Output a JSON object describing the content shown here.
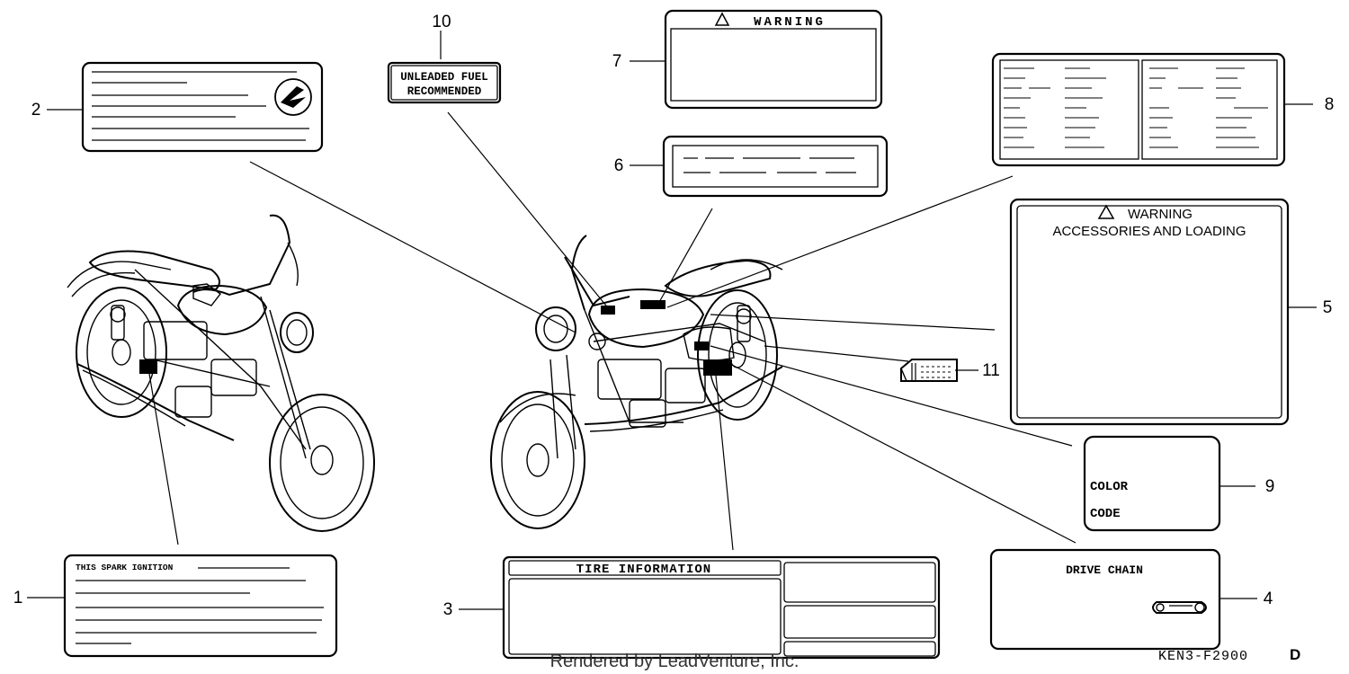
{
  "callouts": {
    "c1": "1",
    "c2": "2",
    "c3": "3",
    "c4": "4",
    "c5": "5",
    "c6": "6",
    "c7": "7",
    "c8": "8",
    "c9": "9",
    "c10": "10",
    "c11": "11"
  },
  "labels": {
    "spark": "THIS SPARK IGNITION",
    "fuel_line1": "UNLEADED FUEL",
    "fuel_line2": "RECOMMENDED",
    "warning": "WARNING",
    "tire": "TIRE INFORMATION",
    "accessories_warning": "WARNING",
    "accessories": "ACCESSORIES AND LOADING",
    "color": "COLOR",
    "code": "CODE",
    "drive_chain": "DRIVE CHAIN"
  },
  "icons": {
    "warning_triangle": "warning-triangle-icon",
    "brand_wing": "wing-logo-icon"
  },
  "footer": {
    "watermark": "Rendered by LeadVenture, Inc.",
    "part_code": "KEN3-F2900",
    "revision": "D"
  }
}
